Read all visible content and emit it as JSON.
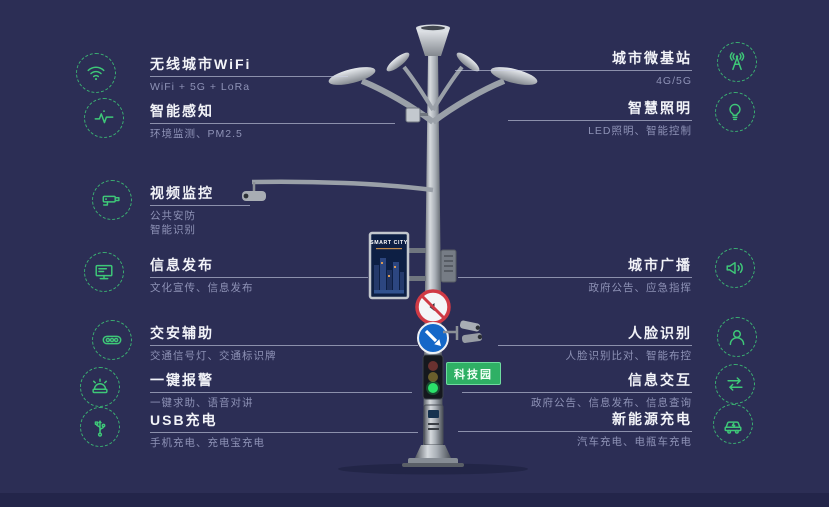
{
  "canvas": {
    "background": "#2c2e55",
    "accent_green": "#3ec878",
    "line_color": "#cdd2e6"
  },
  "pole": {
    "screen_title": "SMART CITY",
    "sign_label": "科技园"
  },
  "features_left": [
    {
      "icon": "wifi-icon",
      "title": "无线城市WiFi",
      "subtitle": "WiFi + 5G + LoRa"
    },
    {
      "icon": "sensing-icon",
      "title": "智能感知",
      "subtitle": "环境监测、PM2.5"
    },
    {
      "icon": "cctv-icon",
      "title": "视频监控",
      "subtitle": "公共安防",
      "subtitle2": "智能识别"
    },
    {
      "icon": "info-screen-icon",
      "title": "信息发布",
      "subtitle": "文化宣传、信息发布"
    },
    {
      "icon": "traffic-signal-icon",
      "title": "交安辅助",
      "subtitle": "交通信号灯、交通标识牌"
    },
    {
      "icon": "alarm-icon",
      "title": "一键报警",
      "subtitle": "一键求助、语音对讲"
    },
    {
      "icon": "usb-icon",
      "title": "USB充电",
      "subtitle": "手机充电、充电宝充电"
    }
  ],
  "features_right": [
    {
      "icon": "antenna-icon",
      "title": "城市微基站",
      "subtitle": "4G/5G"
    },
    {
      "icon": "bulb-icon",
      "title": "智慧照明",
      "subtitle": "LED照明、智能控制"
    },
    {
      "icon": "speaker-icon",
      "title": "城市广播",
      "subtitle": "政府公告、应急指挥"
    },
    {
      "icon": "face-icon",
      "title": "人脸识别",
      "subtitle": "人脸识别比对、智能布控"
    },
    {
      "icon": "exchange-icon",
      "title": "信息交互",
      "subtitle": "政府公告、信息发布、信息查询"
    },
    {
      "icon": "ev-car-icon",
      "title": "新能源充电",
      "subtitle": "汽车充电、电瓶车充电"
    }
  ]
}
